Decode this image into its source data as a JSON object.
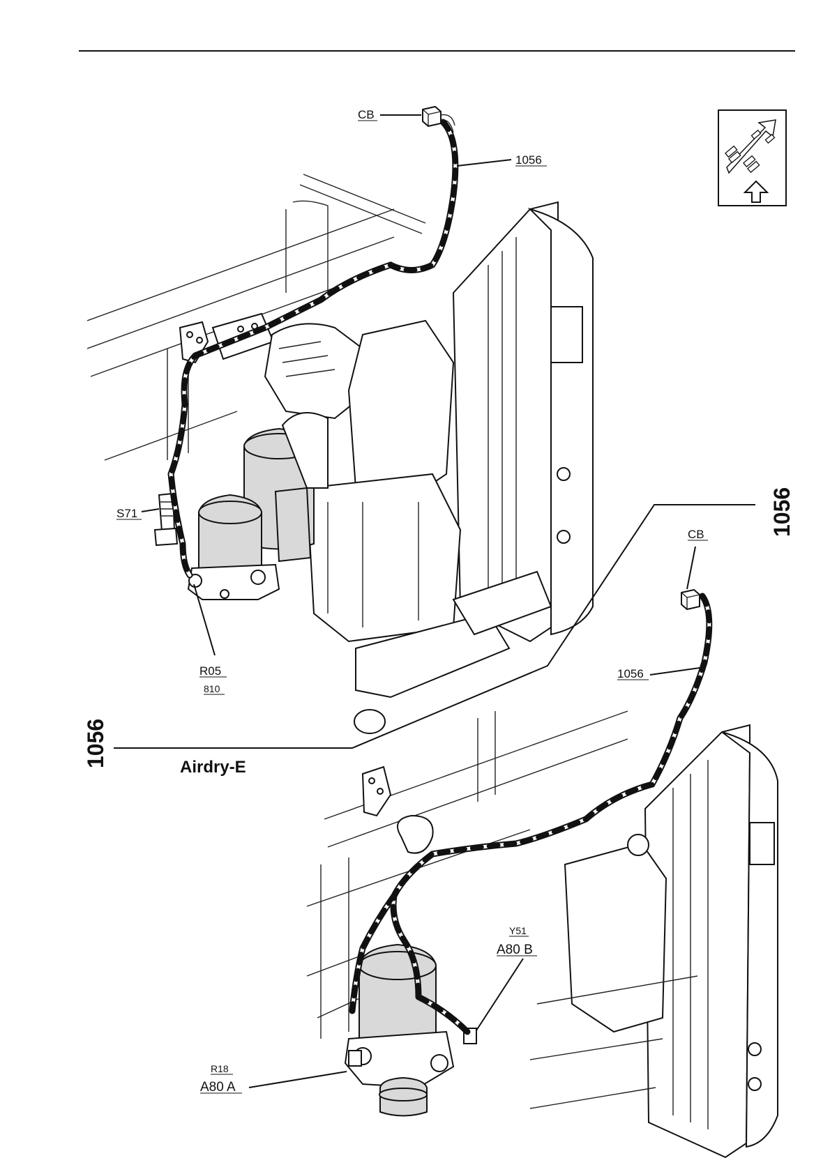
{
  "labels": {
    "cb_top": "CB",
    "wire_top": "1056",
    "s71": "S71",
    "r05": "R05",
    "r05_sub": "810",
    "big_right": "1056",
    "cb_right": "CB",
    "wire_right": "1056",
    "big_left": "1056",
    "airdry": "Airdry-E",
    "y51": "Y51",
    "a80b": "A80 B",
    "r18": "R18",
    "a80a": "A80 A"
  },
  "colors": {
    "line": "#111111",
    "component_fill": "#d9d9d9",
    "background": "#ffffff"
  },
  "icons": {
    "orientation": "truck-chassis-orientation-icon"
  }
}
